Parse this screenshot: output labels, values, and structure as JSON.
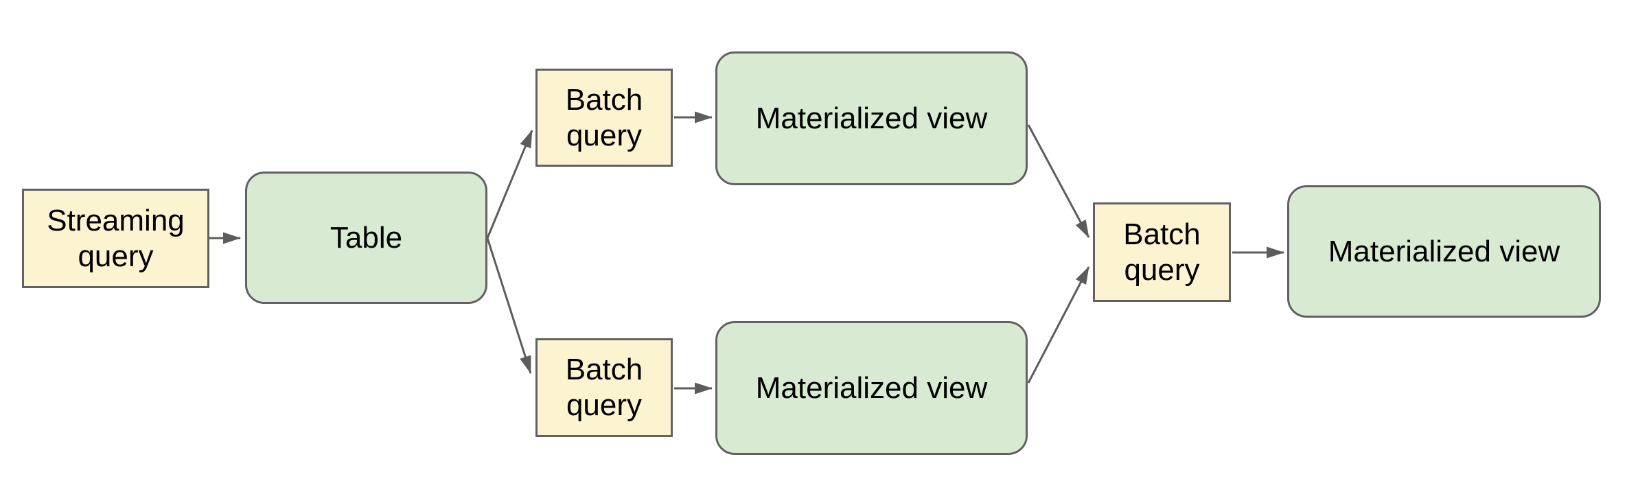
{
  "diagram": {
    "background": "#ffffff",
    "nodes": [
      {
        "id": "streaming-query",
        "label": "Streaming query",
        "shape": "rectangle",
        "fill": "#fcf3d0"
      },
      {
        "id": "table",
        "label": "Table",
        "shape": "rounded-rectangle",
        "fill": "#d9ead3"
      },
      {
        "id": "batch-query-top",
        "label": "Batch query",
        "shape": "rectangle",
        "fill": "#fcf3d0"
      },
      {
        "id": "materialized-view-top",
        "label": "Materialized view",
        "shape": "rounded-rectangle",
        "fill": "#d9ead3"
      },
      {
        "id": "batch-query-bottom",
        "label": "Batch query",
        "shape": "rectangle",
        "fill": "#fcf3d0"
      },
      {
        "id": "materialized-view-bottom",
        "label": "Materialized view",
        "shape": "rounded-rectangle",
        "fill": "#d9ead3"
      },
      {
        "id": "batch-query-right",
        "label": "Batch query",
        "shape": "rectangle",
        "fill": "#fcf3d0"
      },
      {
        "id": "materialized-view-right",
        "label": "Materialized view",
        "shape": "rounded-rectangle",
        "fill": "#d9ead3"
      }
    ],
    "edges": [
      {
        "from": "streaming-query",
        "to": "table"
      },
      {
        "from": "table",
        "to": "batch-query-top"
      },
      {
        "from": "table",
        "to": "batch-query-bottom"
      },
      {
        "from": "batch-query-top",
        "to": "materialized-view-top"
      },
      {
        "from": "batch-query-bottom",
        "to": "materialized-view-bottom"
      },
      {
        "from": "materialized-view-top",
        "to": "batch-query-right"
      },
      {
        "from": "materialized-view-bottom",
        "to": "batch-query-right"
      },
      {
        "from": "batch-query-right",
        "to": "materialized-view-right"
      }
    ],
    "colors": {
      "node_fill_yellow": "#fcf3d0",
      "node_fill_green": "#d9ead3",
      "node_border": "#616161",
      "edge": "#5c5c5c",
      "text": "#000000"
    }
  }
}
